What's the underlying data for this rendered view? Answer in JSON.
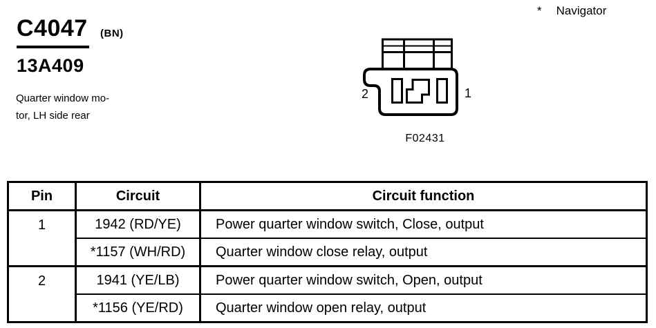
{
  "colors": {
    "ink": "#000000",
    "paper": "#ffffff"
  },
  "header": {
    "connector_id": "C4047",
    "connector_suffix": "(BN)",
    "part_number": "13A409",
    "description_line1": "Quarter window mo-",
    "description_line2": "tor, LH side rear"
  },
  "note": {
    "marker": "*",
    "label": "Navigator"
  },
  "connector": {
    "pin_left_label": "2",
    "pin_right_label": "1",
    "figure_caption": "F02431"
  },
  "table": {
    "headers": [
      "Pin",
      "Circuit",
      "Circuit function"
    ],
    "groups": [
      {
        "pin": "1",
        "entries": [
          {
            "circuit": "1942 (RD/YE)",
            "function": "Power quarter window switch, Close, output"
          },
          {
            "circuit": "*1157 (WH/RD)",
            "function": "Quarter window close relay, output"
          }
        ]
      },
      {
        "pin": "2",
        "entries": [
          {
            "circuit": "1941 (YE/LB)",
            "function": "Power quarter window switch, Open, output"
          },
          {
            "circuit": "*1156 (YE/RD)",
            "function": "Quarter window open relay, output"
          }
        ]
      }
    ]
  }
}
